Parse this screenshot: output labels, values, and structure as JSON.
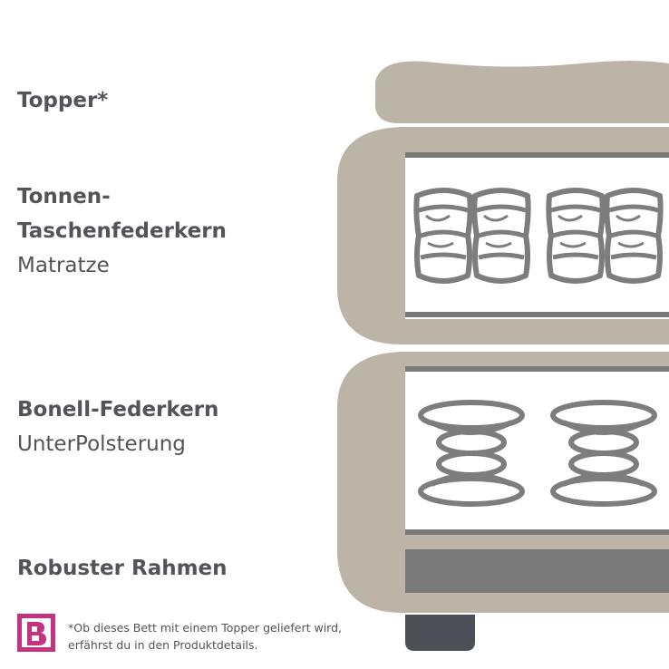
{
  "layers": {
    "topper": {
      "title": "Topper*"
    },
    "mattress": {
      "title_line1": "Tonnen-",
      "title_line2": "Taschenfederkern",
      "subtitle": "Matratze"
    },
    "underlay": {
      "title": "Bonell-Federkern",
      "subtitle": "UnterPolsterung"
    },
    "frame": {
      "title": "Robuster Rahmen"
    }
  },
  "footnote": {
    "line1": "*Ob dieses Bett mit einem Topper geliefert wird,",
    "line2": "erfährst du in den Produktdetails."
  },
  "logo": {
    "letter": "B",
    "color": "#c6327f"
  },
  "colors": {
    "text": "#52545a",
    "upholstery": "#bcb5a7",
    "spring": "#7d7d7d",
    "frame_band": "#7a7a7a",
    "foot": "#4e5058"
  },
  "icons": [
    "pocket-spring-icon",
    "bonell-spring-icon"
  ]
}
